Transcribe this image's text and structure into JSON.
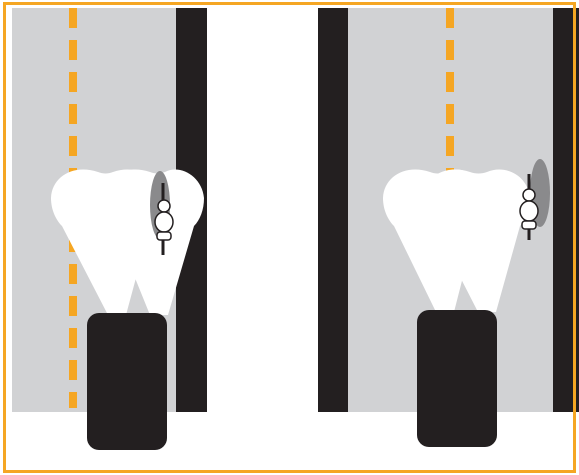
{
  "colors": {
    "frame": "#F5A623",
    "road": "#D1D2D4",
    "edge_line": "#231F20",
    "center_line": "#F5A623",
    "headlight_beam": "#FFFFFF",
    "car": "#231F20",
    "motorcycle_shadow": "#8A8A8C",
    "motorcycle_body": "#FFFFFF",
    "motorcycle_outline": "#231F20",
    "ground": "#FFFFFF"
  },
  "panels": [
    {
      "id": "left",
      "motorcycle_position": "inside-beam-near-right-edge"
    },
    {
      "id": "right",
      "motorcycle_position": "outside-beam-right-edge"
    }
  ],
  "icons": {
    "car": "car-top-view-icon",
    "motorcycle": "motorcycle-rider-top-view-icon",
    "headlights": "headlight-beam-icon"
  }
}
